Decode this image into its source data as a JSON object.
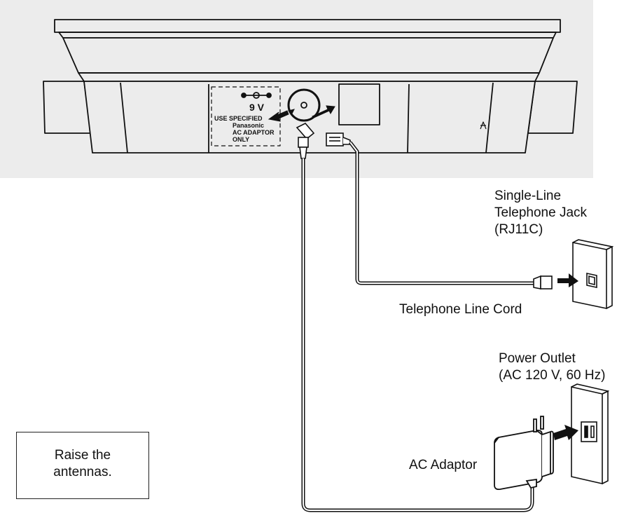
{
  "labels": {
    "jack_line1": "Single-Line",
    "jack_line2": "Telephone Jack",
    "jack_line3": "(RJ11C)",
    "line_cord": "Telephone Line Cord",
    "outlet_line1": "Power Outlet",
    "outlet_line2": "(AC 120 V, 60 Hz)",
    "adaptor": "AC Adaptor"
  },
  "note": {
    "line1": "Raise the",
    "line2": "antennas."
  },
  "base_unit_panel": {
    "voltage": "9 V",
    "line1": "USE SPECIFIED",
    "line2": "Panasonic",
    "line3": "AC ADAPTOR",
    "line4": "ONLY"
  },
  "colors": {
    "panel_bg": "#ececec",
    "line": "#111111",
    "wall_plate": "#ffffff"
  }
}
